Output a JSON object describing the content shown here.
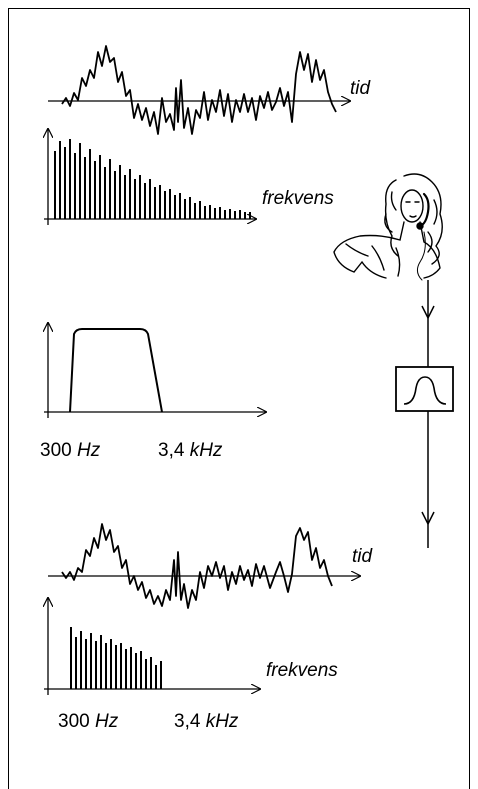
{
  "labels": {
    "time_top": "tid",
    "freq_top": "frekvens",
    "filter_low_num": "300",
    "filter_low_unit": "Hz",
    "filter_high_num": "3,4",
    "filter_high_unit": "kHz",
    "time_bottom": "tid",
    "freq_bottom": "frekvens",
    "bottom_low_num": "300",
    "bottom_low_unit": "Hz",
    "bottom_high_num": "3,4",
    "bottom_high_unit": "kHz"
  },
  "figures": {
    "spectrum_top_bars": [
      68,
      78,
      72,
      80,
      66,
      76,
      62,
      70,
      58,
      64,
      52,
      60,
      48,
      54,
      44,
      50,
      40,
      44,
      36,
      40,
      32,
      34,
      28,
      30,
      24,
      26,
      20,
      22,
      16,
      18,
      13,
      14,
      11,
      12,
      9,
      10,
      8,
      9,
      7,
      7
    ],
    "spectrum_bottom_bars": [
      62,
      52,
      58,
      50,
      56,
      48,
      54,
      46,
      50,
      44,
      46,
      40,
      42,
      36,
      38,
      30,
      32,
      24,
      28
    ]
  }
}
